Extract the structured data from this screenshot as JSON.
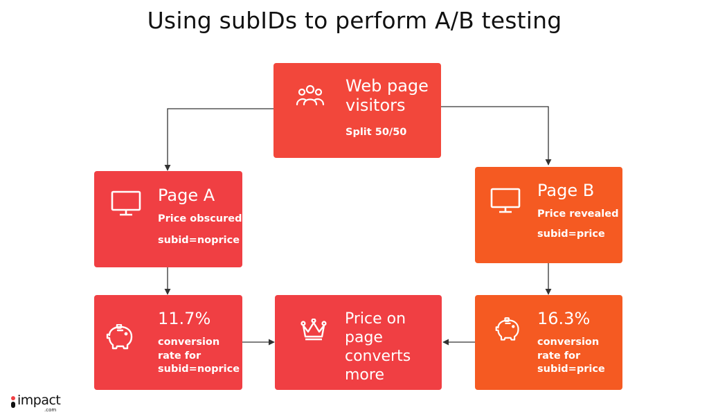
{
  "title": "Using subIDs to perform A/B testing",
  "colors": {
    "visitors_box": "#f2473b",
    "page_a": "#f03f43",
    "page_b": "#f55a22",
    "arrow": "#333333"
  },
  "visitors": {
    "icon": "users-group-icon",
    "line1": "Web page",
    "line2": "visitors",
    "note": "Split 50/50"
  },
  "page_a": {
    "icon": "monitor-icon",
    "heading": "Page A",
    "desc": "Price obscured",
    "subid": "subid=noprice"
  },
  "page_b": {
    "icon": "monitor-icon",
    "heading": "Page B",
    "desc": "Price revealed",
    "subid": "subid=price"
  },
  "result_a": {
    "icon": "piggy-bank-icon",
    "rate": "11.7%",
    "line1": "conversion",
    "line2": "rate for",
    "line3": "subid=noprice"
  },
  "result_b": {
    "icon": "piggy-bank-icon",
    "rate": "16.3%",
    "line1": "conversion",
    "line2": "rate for",
    "line3": "subid=price"
  },
  "winner": {
    "icon": "crown-icon",
    "line1": "Price on",
    "line2": "page",
    "line3": "converts",
    "line4": "more"
  },
  "logo": {
    "name": "impact",
    "domain": ".com"
  }
}
